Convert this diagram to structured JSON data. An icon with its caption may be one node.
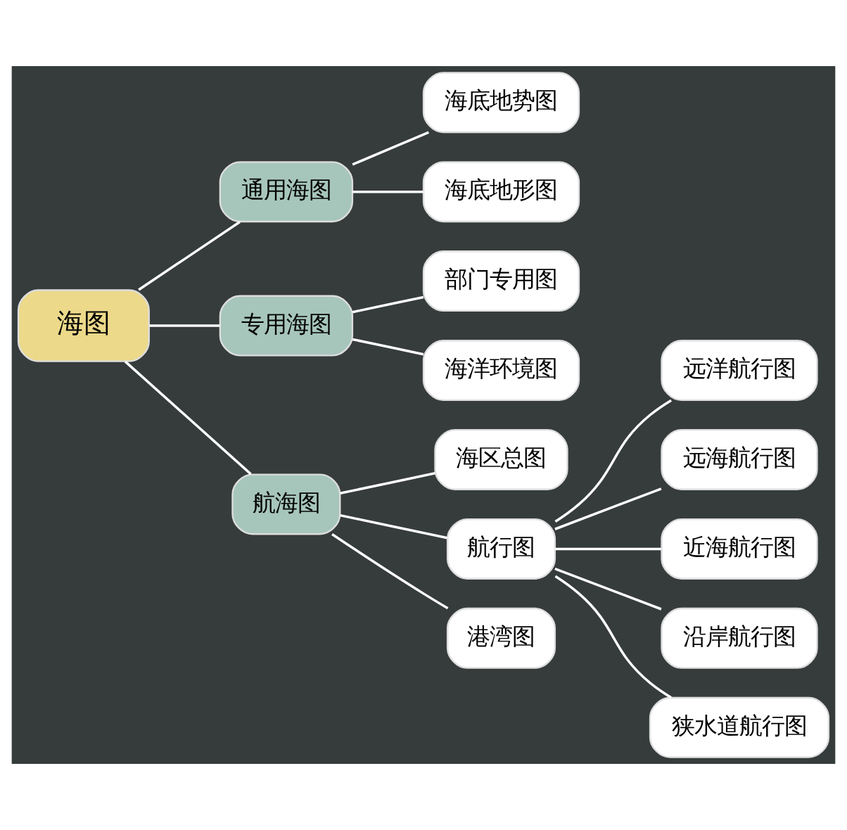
{
  "diagram": {
    "nodes": [
      {
        "text": [
          "海图"
        ]
      },
      {
        "text": [
          "通用海图"
        ]
      },
      {
        "text": [
          "海底地势图"
        ]
      },
      {
        "text": [
          "海底地形图"
        ]
      },
      {
        "text": [
          "专用海图"
        ]
      },
      {
        "text": [
          "部门专用图"
        ]
      },
      {
        "text": [
          "海洋环境图"
        ]
      },
      {
        "text": [
          "航海图"
        ]
      },
      {
        "text": [
          "海区总图"
        ]
      },
      {
        "text": [
          "航行图"
        ]
      },
      {
        "text": [
          "远洋航行图"
        ]
      },
      {
        "text": [
          "远海航行图"
        ]
      },
      {
        "text": [
          "近海航行图"
        ]
      },
      {
        "text": [
          "沿岸航行图"
        ]
      },
      {
        "text": [
          "狭水道航行图"
        ]
      },
      {
        "text": [
          "港湾图"
        ]
      }
    ],
    "edges": [
      {
        "from": 0,
        "to": 1,
        "arrow": "none"
      },
      {
        "from": 1,
        "to": 2,
        "arrow": "none"
      },
      {
        "from": 1,
        "to": 3,
        "arrow": "none"
      },
      {
        "from": 0,
        "to": 4,
        "arrow": "none"
      },
      {
        "from": 4,
        "to": 5,
        "arrow": "none"
      },
      {
        "from": 4,
        "to": 6,
        "arrow": "none"
      },
      {
        "from": 0,
        "to": 7,
        "arrow": "none"
      },
      {
        "from": 7,
        "to": 8,
        "arrow": "none"
      },
      {
        "from": 7,
        "to": 9,
        "arrow": "none"
      },
      {
        "from": 9,
        "to": 10,
        "arrow": "none"
      },
      {
        "from": 9,
        "to": 11,
        "arrow": "none"
      },
      {
        "from": 9,
        "to": 12,
        "arrow": "none"
      },
      {
        "from": 9,
        "to": 13,
        "arrow": "none"
      },
      {
        "from": 9,
        "to": 14,
        "arrow": "none"
      },
      {
        "from": 7,
        "to": 15,
        "arrow": "none"
      }
    ]
  }
}
